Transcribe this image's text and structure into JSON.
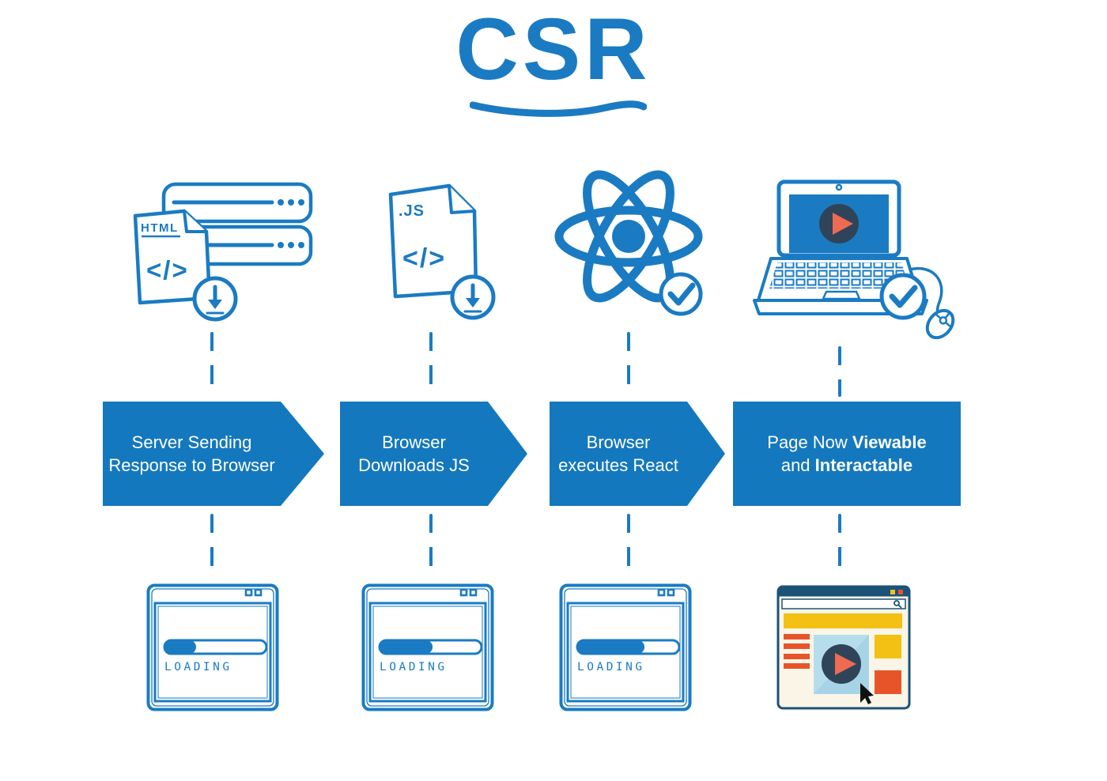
{
  "page": {
    "title": "CSR"
  },
  "colors": {
    "primary_blue": "#1A7BC3",
    "banner_blue": "#1478BE",
    "navy": "#1B5278",
    "dark_slate": "#2F4459",
    "cream": "#FAF5E7",
    "yellow": "#F3C114",
    "orange": "#E8542A",
    "salmon": "#EE6A50",
    "light_blue": "#A6D4E6",
    "text_white": "#FFFFFF"
  },
  "icons": {
    "step1": "server-html-download-icon",
    "step2": "js-file-download-icon",
    "step3": "react-logo-check-icon",
    "step4": "laptop-play-check-icon"
  },
  "steps": [
    {
      "id": "server-response",
      "icon": {
        "file_label": "HTML",
        "code_glyph": "</>"
      },
      "banner": {
        "shape": "arrow",
        "lines": [
          [
            {
              "t": "Server Sending"
            }
          ],
          [
            {
              "t": "Response to Browser"
            }
          ]
        ]
      },
      "result": {
        "type": "loading",
        "label": "LOADING",
        "progress_percent": 31
      }
    },
    {
      "id": "browser-downloads-js",
      "icon": {
        "file_label": ".JS",
        "code_glyph": "</>"
      },
      "banner": {
        "shape": "arrow",
        "lines": [
          [
            {
              "t": "Browser"
            }
          ],
          [
            {
              "t": "Downloads JS"
            }
          ]
        ]
      },
      "result": {
        "type": "loading",
        "label": "LOADING",
        "progress_percent": 52
      }
    },
    {
      "id": "browser-executes-react",
      "icon": {},
      "banner": {
        "shape": "arrow",
        "lines": [
          [
            {
              "t": "Browser"
            }
          ],
          [
            {
              "t": "executes React"
            }
          ]
        ]
      },
      "result": {
        "type": "loading",
        "label": "LOADING",
        "progress_percent": 66
      }
    },
    {
      "id": "page-ready",
      "icon": {},
      "banner": {
        "shape": "rect",
        "lines": [
          [
            {
              "t": "Page Now "
            },
            {
              "t": "Viewable",
              "b": true
            }
          ],
          [
            {
              "t": "and "
            },
            {
              "t": "Interactable",
              "b": true
            }
          ]
        ]
      },
      "result": {
        "type": "rendered-page"
      }
    }
  ]
}
